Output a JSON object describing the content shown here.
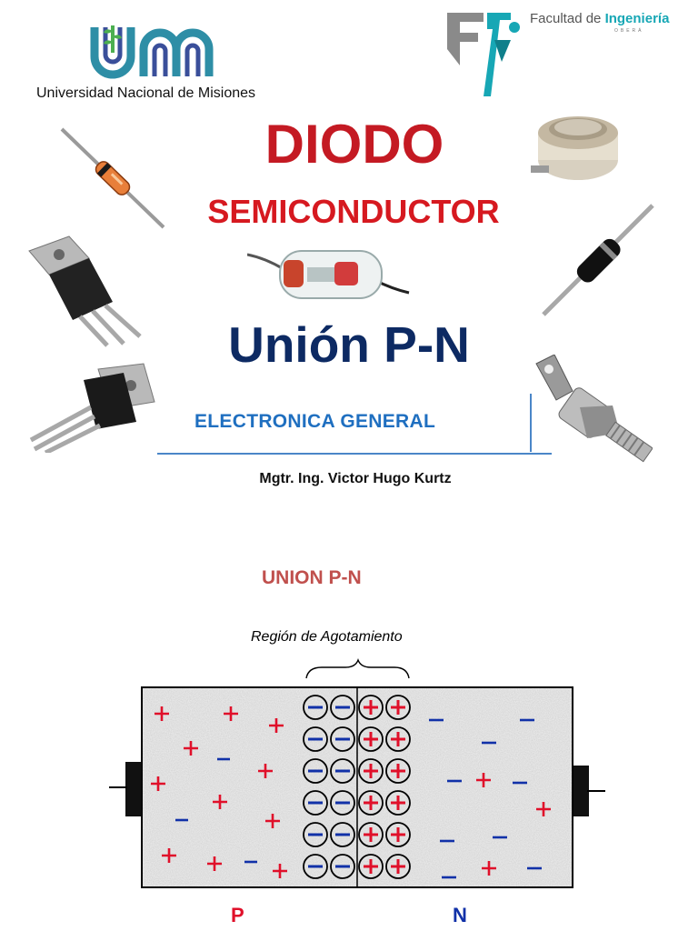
{
  "header": {
    "university_logo_text": "unm",
    "university_name": "Universidad Nacional de Misiones",
    "faculty_prefix": "Facultad de",
    "faculty_name": "Ingeniería",
    "faculty_city": "OBERÁ"
  },
  "title": {
    "line1": "DIODO",
    "line2": "SEMICONDUCTOR",
    "line3": "Unión P-N"
  },
  "course": "ELECTRONICA GENERAL",
  "author": "Mgtr. Ing. Victor Hugo Kurtz",
  "diagram": {
    "section_title": "UNION P-N",
    "region_label": "Región de Agotamiento",
    "p_label": "P",
    "n_label": "N",
    "depletion_rows": 6,
    "ions_per_side_per_row": 2
  },
  "colors": {
    "title_red": "#c41a23",
    "title_blue": "#0d2a63",
    "course_blue": "#1f6fc0",
    "section_red": "#c0504d",
    "plus": "#e0102a",
    "minus": "#1131a8"
  },
  "icons": [
    "unm-logo-icon",
    "fi-logo-icon",
    "diode-axial-glass-icon",
    "thyristor-disc-icon",
    "to220-package-icon",
    "diode-axial-black-icon",
    "to220-diode-icon",
    "stud-diode-icon",
    "glass-diode-icon"
  ]
}
